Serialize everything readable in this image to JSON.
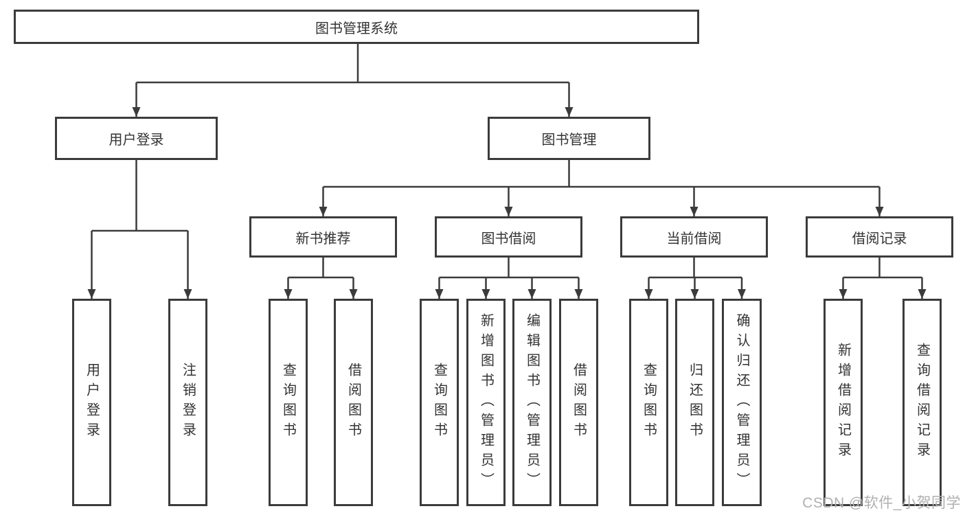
{
  "colors": {
    "line": "#3b3b3b",
    "text": "#333333",
    "background": "#ffffff",
    "watermark": "#b0b0b0"
  },
  "watermark": "CSDN @软件_小贺同学",
  "tree": {
    "root": {
      "label": "图书管理系统",
      "children": [
        {
          "label": "用户登录",
          "children": [
            {
              "label": "用户登录"
            },
            {
              "label": "注销登录"
            }
          ]
        },
        {
          "label": "图书管理",
          "children": [
            {
              "label": "新书推荐",
              "children": [
                {
                  "label": "查询图书"
                },
                {
                  "label": "借阅图书"
                }
              ]
            },
            {
              "label": "图书借阅",
              "children": [
                {
                  "label": "查询图书"
                },
                {
                  "label": "新增图书（管理员）"
                },
                {
                  "label": "编辑图书（管理员）"
                },
                {
                  "label": "借阅图书"
                }
              ]
            },
            {
              "label": "当前借阅",
              "children": [
                {
                  "label": "查询图书"
                },
                {
                  "label": "归还图书"
                },
                {
                  "label": "确认归还（管理员）"
                }
              ]
            },
            {
              "label": "借阅记录",
              "children": [
                {
                  "label": "新增借阅记录"
                },
                {
                  "label": "查询借阅记录"
                }
              ]
            }
          ]
        }
      ]
    }
  }
}
